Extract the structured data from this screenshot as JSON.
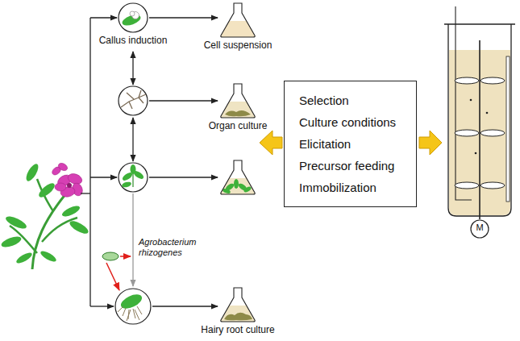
{
  "diagram": {
    "nodes": [
      {
        "text": [
          "Callus induction"
        ]
      },
      {
        "text": [
          "Cell suspension"
        ]
      },
      {
        "text": [
          "Organ culture"
        ]
      },
      {
        "text": [
          "Selection",
          "Culture conditions",
          "Elicitation",
          "Precursor feeding",
          "Immobilization"
        ]
      },
      {
        "text": [
          "Hairy root culture"
        ]
      }
    ],
    "edges": [
      {
        "from": 0,
        "to": 1,
        "arrow": "to"
      }
    ],
    "labels": [
      "Agrobacterium rhizogenes",
      "M"
    ]
  }
}
